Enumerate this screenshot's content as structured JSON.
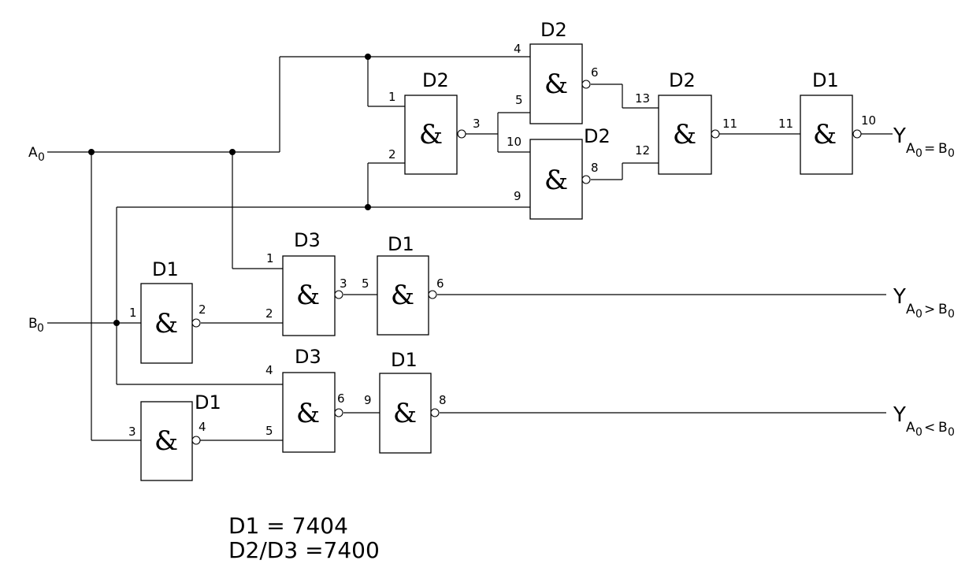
{
  "signals": {
    "a0_main": "A",
    "a0_sub": "0",
    "b0_main": "B",
    "b0_sub": "0"
  },
  "gates": [
    {
      "id": "g_d2_top",
      "label": "D2",
      "symbol": "&",
      "pins": [
        "4",
        "5",
        "6"
      ]
    },
    {
      "id": "g_d2_left",
      "label": "D2",
      "symbol": "&",
      "pins": [
        "1",
        "2",
        "3"
      ]
    },
    {
      "id": "g_d2_low",
      "label": "D2",
      "symbol": "&",
      "pins": [
        "10",
        "9",
        "8"
      ]
    },
    {
      "id": "g_d2_right",
      "label": "D2",
      "symbol": "&",
      "pins": [
        "13",
        "12",
        "11"
      ]
    },
    {
      "id": "g_d1_eq",
      "label": "D1",
      "symbol": "&",
      "pins": [
        "11",
        "10"
      ]
    },
    {
      "id": "g_d1_b",
      "label": "D1",
      "symbol": "&",
      "pins": [
        "1",
        "2"
      ]
    },
    {
      "id": "g_d3_gt",
      "label": "D3",
      "symbol": "&",
      "pins": [
        "1",
        "2",
        "3"
      ]
    },
    {
      "id": "g_d1_gt",
      "label": "D1",
      "symbol": "&",
      "pins": [
        "5",
        "6"
      ]
    },
    {
      "id": "g_d1_a",
      "label": "D1",
      "symbol": "&",
      "pins": [
        "3",
        "4"
      ]
    },
    {
      "id": "g_d3_lt",
      "label": "D3",
      "symbol": "&",
      "pins": [
        "4",
        "5",
        "6"
      ]
    },
    {
      "id": "g_d1_lt",
      "label": "D1",
      "symbol": "&",
      "pins": [
        "9",
        "8"
      ]
    }
  ],
  "outputs": {
    "eq": {
      "y": "Y",
      "a": "A",
      "a_sub": "0",
      "op": "=",
      "b": "B",
      "b_sub": "0"
    },
    "gt": {
      "y": "Y",
      "a": "A",
      "a_sub": "0",
      "op": ">",
      "b": "B",
      "b_sub": "0"
    },
    "lt": {
      "y": "Y",
      "a": "A",
      "a_sub": "0",
      "op": "<",
      "b": "B",
      "b_sub": "0"
    }
  },
  "legend": {
    "line1": "D1 = 7404",
    "line2": "D2/D3 =7400"
  }
}
